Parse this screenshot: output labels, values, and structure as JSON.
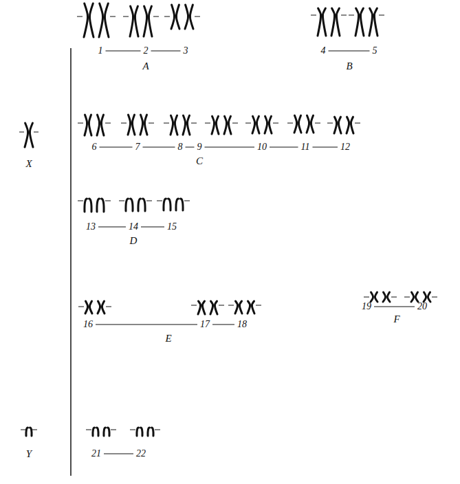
{
  "diagram": {
    "labels": [
      "1",
      "2",
      "3",
      "A",
      "4",
      "5",
      "B",
      "X",
      "6",
      "7",
      "8",
      "9",
      "10",
      "11",
      "12",
      "C",
      "13",
      "14",
      "15",
      "D",
      "16",
      "17",
      "18",
      "E",
      "19",
      "20",
      "F",
      "Y",
      "21",
      "22"
    ]
  }
}
